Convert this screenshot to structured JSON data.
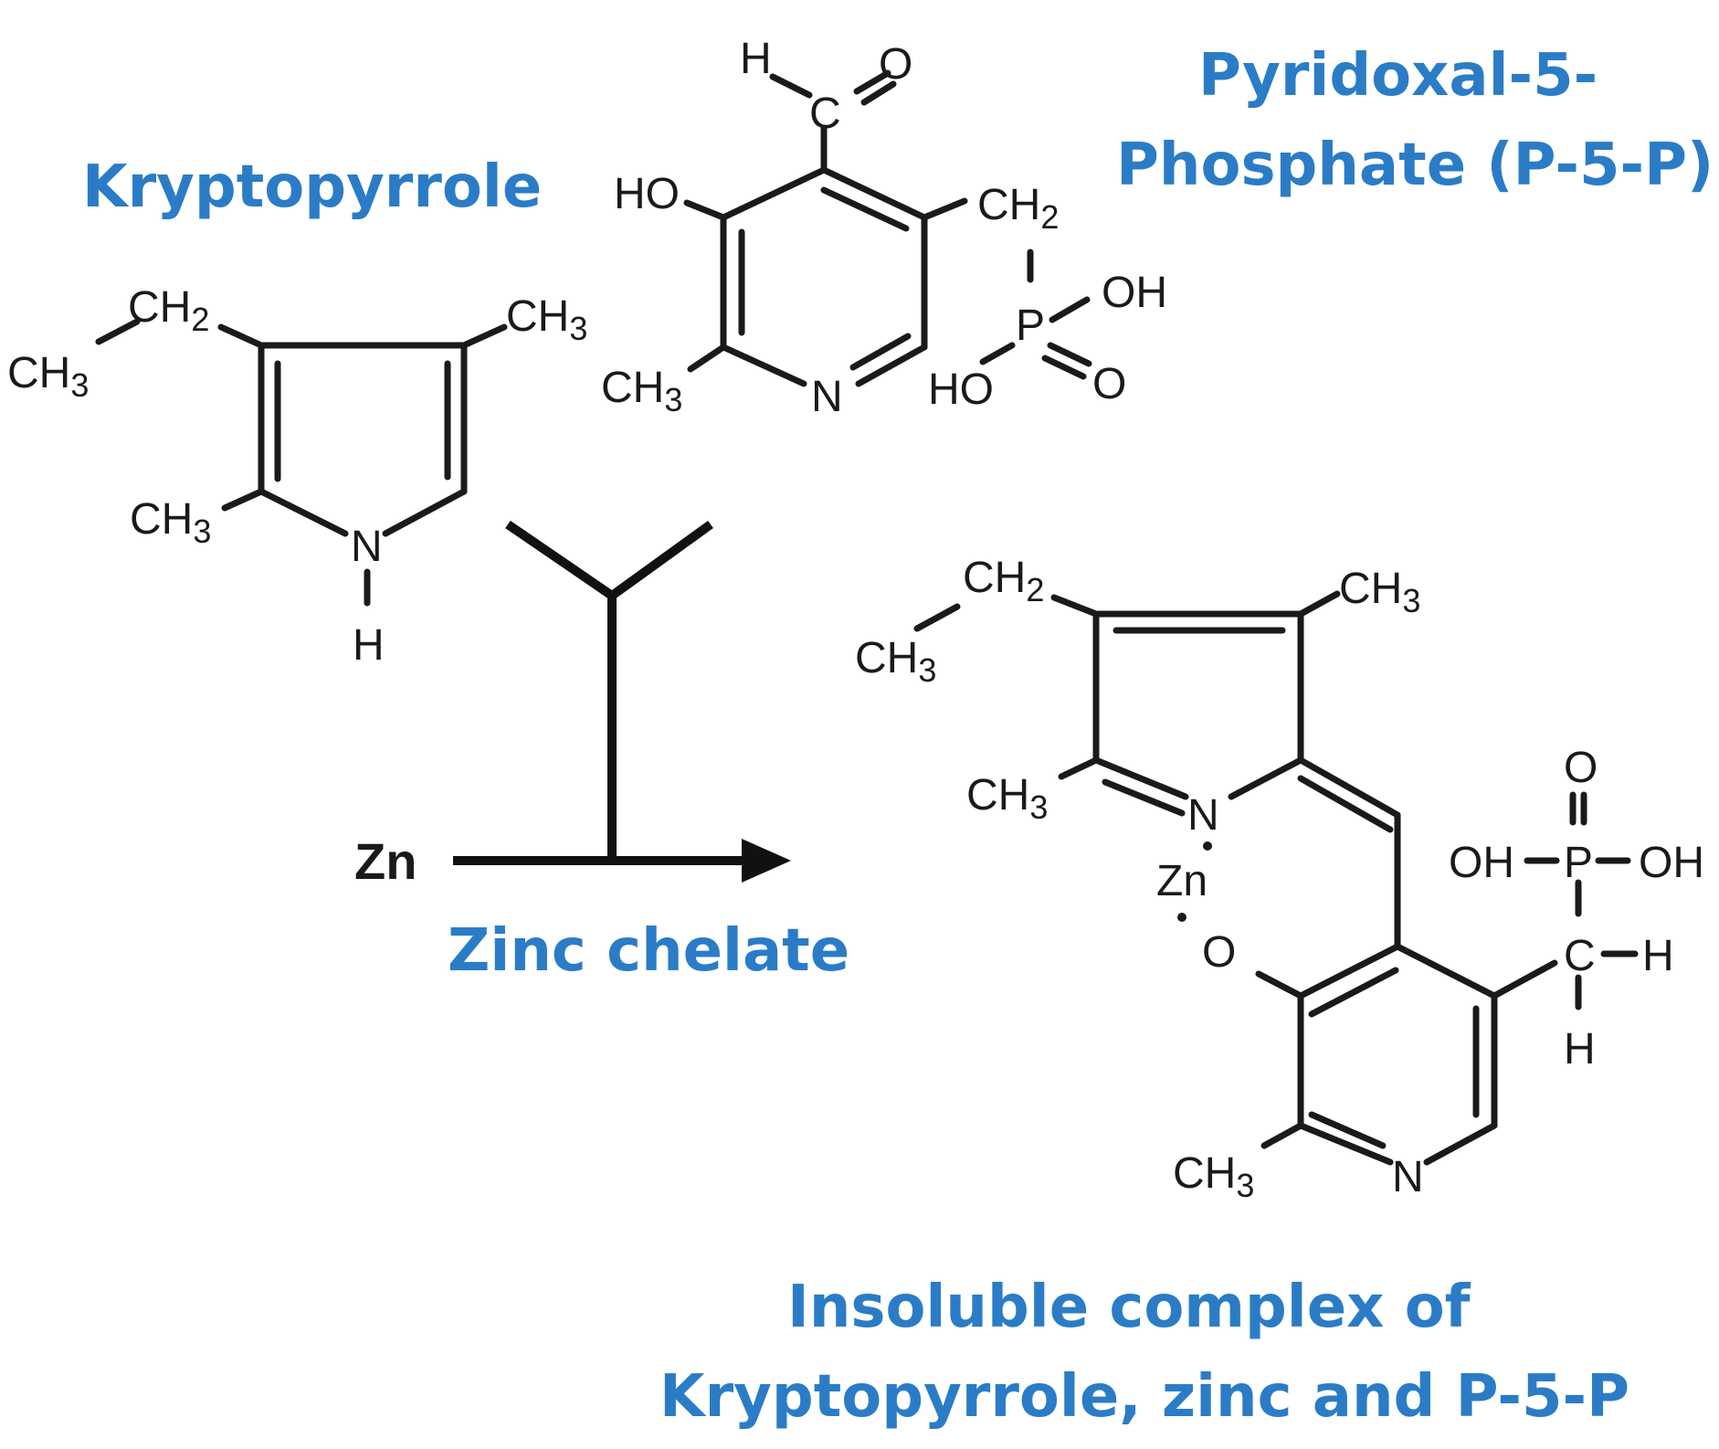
{
  "labels": {
    "kryptopyrrole": "Kryptopyrrole",
    "p5p_line1": "Pyridoxal-5-",
    "p5p_line2": "Phosphate (P-5-P)",
    "zinc_chelate": "Zinc chelate",
    "complex_line1": "Insoluble complex of",
    "complex_line2": "Kryptopyrrole, zinc and P-5-P"
  },
  "atoms": {
    "zn": "Zn",
    "n": "N",
    "h": "H",
    "o": "O",
    "p": "P",
    "c": "C",
    "ch": "CH",
    "ho": "HO",
    "oh": "OH",
    "sub2": "2",
    "sub3": "3"
  },
  "colors": {
    "caption": "#2b7cc6",
    "structure": "#1a1a1a"
  }
}
